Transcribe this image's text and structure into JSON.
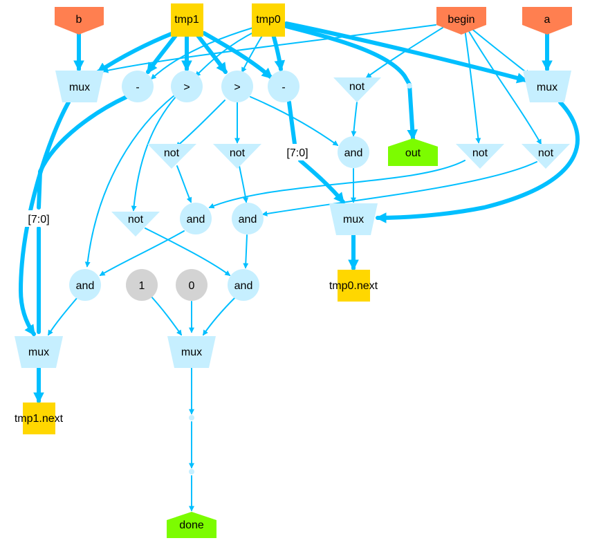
{
  "colors": {
    "edge": "#00bfff",
    "input": "#ff7f50",
    "register": "#ffd700",
    "output": "#7cfc00",
    "op": "#c6efff",
    "const": "#d3d3d3"
  },
  "nodes": {
    "b": "b",
    "tmp1": "tmp1",
    "tmp0": "tmp0",
    "begin": "begin",
    "a": "a",
    "mux_b": "mux",
    "sub1": "-",
    "gt1": ">",
    "gt2": ">",
    "sub2": "-",
    "not_begin": "not",
    "mux_a": "mux",
    "not_gt1": "not",
    "not_gt2": "not",
    "slice2": "[7:0]",
    "and_top": "and",
    "out": "out",
    "not_r1": "not",
    "not_r2": "not",
    "slice1": "[7:0]",
    "not_mid": "not",
    "and_m1": "and",
    "and_m2": "and",
    "mux_tmp0": "mux",
    "and_l1": "and",
    "const1": "1",
    "const0": "0",
    "and_l2": "and",
    "tmp0next": "tmp0.next",
    "mux_tmp1": "mux",
    "mux_done": "mux",
    "tmp1next": "tmp1.next",
    "done": "done"
  }
}
